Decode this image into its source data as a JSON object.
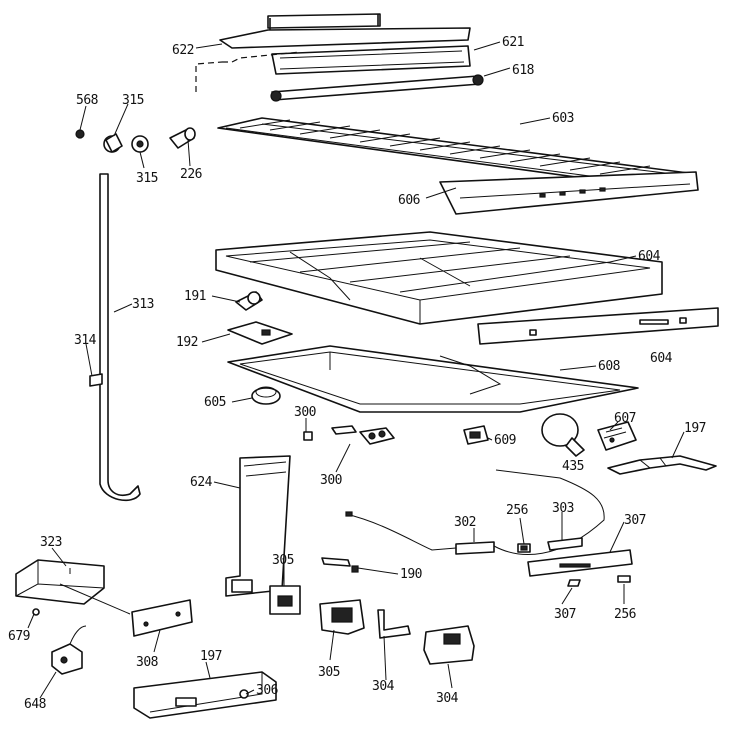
{
  "labels": {
    "l622": "622",
    "l621": "621",
    "l618": "618",
    "l568": "568",
    "l315a": "315",
    "l315b": "315",
    "l226": "226",
    "l603": "603",
    "l606": "606",
    "l604a": "604",
    "l191": "191",
    "l313": "313",
    "l192": "192",
    "l604b": "604",
    "l314": "314",
    "l608": "608",
    "l605": "605",
    "l300a": "300",
    "l609": "609",
    "l607": "607",
    "l197a": "197",
    "l300b": "300",
    "l435": "435",
    "l624": "624",
    "l256a": "256",
    "l303": "303",
    "l302": "302",
    "l307a": "307",
    "l323": "323",
    "l305a": "305",
    "l190": "190",
    "l307b": "307",
    "l256b": "256",
    "l679": "679",
    "l308": "308",
    "l305b": "305",
    "l304a": "304",
    "l197b": "197",
    "l306": "306",
    "l648": "648",
    "l304b": "304"
  }
}
